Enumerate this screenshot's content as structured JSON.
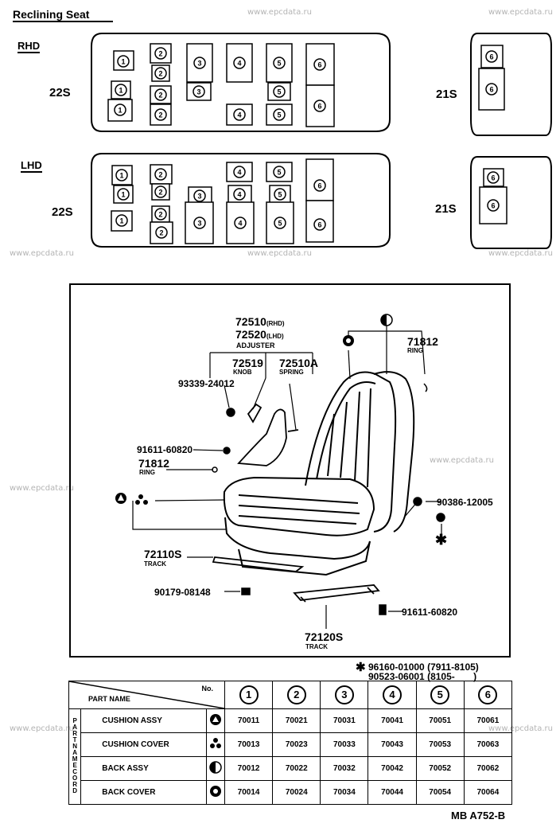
{
  "header": {
    "title": "Reclining Seat",
    "rhd_label": "RHD",
    "lhd_label": "LHD"
  },
  "layouts": {
    "rhd_22s_label": "22S",
    "rhd_21s_label": "21S",
    "lhd_22s_label": "22S",
    "lhd_21s_label": "21S",
    "rhd_22s": {
      "row1": [
        "1",
        "2",
        "2",
        "3",
        "4",
        "5",
        "6"
      ],
      "row2": [
        "1",
        "2",
        "3",
        "5"
      ],
      "row3": [
        "1",
        "2",
        "4",
        "5",
        "6"
      ]
    },
    "rhd_21s": [
      "6",
      "6"
    ],
    "lhd_22s": {
      "row1": [
        "1",
        "2",
        "4",
        "5",
        "6"
      ],
      "row2": [
        "1",
        "2",
        "3",
        "4",
        "5"
      ],
      "row3": [
        "1",
        "2",
        "2",
        "3",
        "4",
        "5",
        "6"
      ]
    },
    "lhd_21s": [
      "6",
      "6"
    ]
  },
  "diagram": {
    "adjuster_rhd": "72510",
    "adjuster_rhd_suffix": "(RHD)",
    "adjuster_lhd": "72520",
    "adjuster_lhd_suffix": "(LHD)",
    "adjuster_name": "ADJUSTER",
    "knob_num": "72519",
    "knob_name": "KNOB",
    "spring_num": "72510A",
    "spring_name": "SPRING",
    "ring_top_num": "71812",
    "ring_top_name": "RING",
    "screw_top": "93339-24012",
    "bolt_left": "91611-60820",
    "ring_left_num": "71812",
    "ring_left_name": "RING",
    "bolt_right": "90386-12005",
    "track_left_num": "72110S",
    "track_left_name": "TRACK",
    "clip": "90179-08148",
    "bolt_bottom": "91611-60820",
    "track_right_num": "72120S",
    "track_right_name": "TRACK",
    "note_line1": "96160-01000 (7911-8105)",
    "note_line2": "90523-06001 (8105-       )"
  },
  "table": {
    "header_no": "No.",
    "header_part_name": "PART NAME",
    "side_label": "PARTNAMECORD",
    "columns": [
      "1",
      "2",
      "3",
      "4",
      "5",
      "6"
    ],
    "rows": [
      {
        "name": "CUSHION ASSY",
        "symbol": "cushion-assy-icon",
        "codes": [
          "70011",
          "70021",
          "70031",
          "70041",
          "70051",
          "70061"
        ]
      },
      {
        "name": "CUSHION COVER",
        "symbol": "cushion-cover-icon",
        "codes": [
          "70013",
          "70023",
          "70033",
          "70043",
          "70053",
          "70063"
        ]
      },
      {
        "name": "BACK ASSY",
        "symbol": "back-assy-icon",
        "codes": [
          "70012",
          "70022",
          "70032",
          "70042",
          "70052",
          "70062"
        ]
      },
      {
        "name": "BACK COVER",
        "symbol": "back-cover-icon",
        "codes": [
          "70014",
          "70024",
          "70034",
          "70044",
          "70054",
          "70064"
        ]
      }
    ]
  },
  "footer": {
    "ref": "MB A752-B"
  },
  "watermarks": [
    "www.epcdata.ru"
  ]
}
